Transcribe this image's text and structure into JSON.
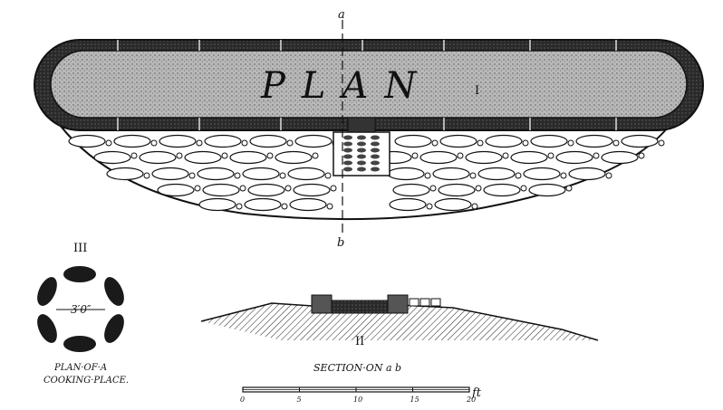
{
  "plan": {
    "title": "PLAN",
    "numeral": "I",
    "section_mark_top": "a",
    "section_mark_bottom": "b"
  },
  "section": {
    "numeral": "II",
    "caption": "SECTION·ON  a  b"
  },
  "cooking_place": {
    "numeral": "III",
    "dimension": "3′0″",
    "caption_line1": "PLAN·OF·A",
    "caption_line2": "COOKING·PLACE."
  },
  "scale_bar": {
    "ticks": [
      "0",
      "5",
      "10",
      "15",
      "20"
    ],
    "unit": "ft"
  }
}
